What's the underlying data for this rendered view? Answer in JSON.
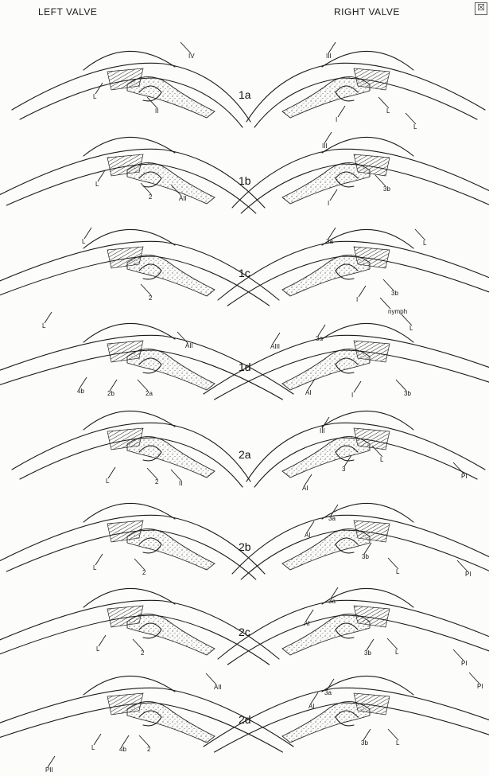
{
  "header": {
    "left": "LEFT VALVE",
    "right": "RIGHT VALVE",
    "close": "☒"
  },
  "stages": [
    {
      "id": "1a",
      "left": [
        "IV",
        "L",
        "II"
      ],
      "right": [
        "III",
        "L",
        "I"
      ]
    },
    {
      "id": "1b",
      "left": [
        "L",
        "2",
        "AII"
      ],
      "right": [
        "L",
        "III",
        "3b",
        "I"
      ]
    },
    {
      "id": "1c",
      "left": [
        "L",
        "2"
      ],
      "right": [
        "3a",
        "L",
        "3b",
        "I"
      ]
    },
    {
      "id": "1d",
      "left": [
        "L",
        "AII",
        "4b",
        "2b",
        "2a"
      ],
      "right": [
        "nymph",
        "L",
        "AIII",
        "3a",
        "AI",
        "I",
        "3b"
      ]
    },
    {
      "id": "2a",
      "left": [
        "L",
        "2",
        "II"
      ],
      "right": [
        "III",
        "3",
        "L",
        "AI",
        "PI"
      ]
    },
    {
      "id": "2b",
      "left": [
        "L",
        "2"
      ],
      "right": [
        "3a",
        "AI",
        "3b",
        "L",
        "PI"
      ]
    },
    {
      "id": "2c",
      "left": [
        "L",
        "2"
      ],
      "right": [
        "3a",
        "AI",
        "3b",
        "L",
        "PI"
      ]
    },
    {
      "id": "2d",
      "left": [
        "AII",
        "L",
        "4b",
        "2",
        "PII"
      ],
      "right": [
        "PI",
        "3a",
        "AI",
        "3b",
        "L"
      ]
    }
  ]
}
